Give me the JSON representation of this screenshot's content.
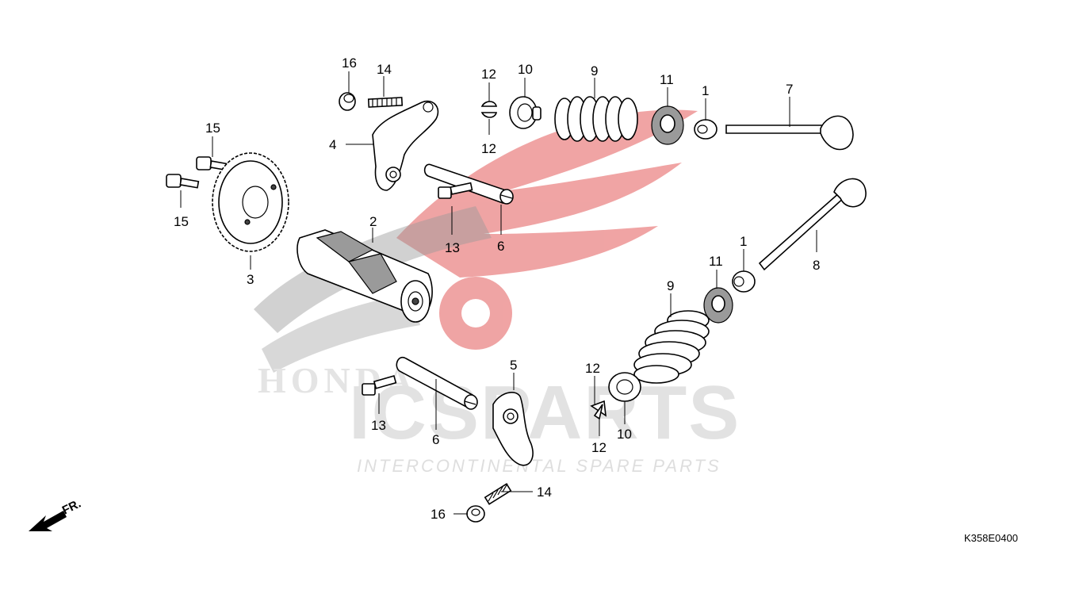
{
  "watermark": {
    "brand_big": "ICSPARTS",
    "tagline": "INTERCONTINENTAL SPARE PARTS",
    "logo_letters": "HONDA",
    "colors": {
      "red": "#e35a5a",
      "grey": "#d9d9d9",
      "dots": "#8a8a8a"
    }
  },
  "callouts": {
    "c16_top": "16",
    "c14_top": "14",
    "c15_top": "15",
    "c15_bot": "15",
    "c4": "4",
    "c2": "2",
    "c3": "3",
    "c13_top": "13",
    "c6_top": "6",
    "c12_top_a": "12",
    "c12_top_b": "12",
    "c10_top": "10",
    "c9_top": "9",
    "c11_top": "11",
    "c1_top": "1",
    "c7": "7",
    "c8": "8",
    "c1_mid": "1",
    "c11_mid": "11",
    "c9_mid": "9",
    "c5": "5",
    "c12_bot_a": "12",
    "c12_bot_b": "12",
    "c10_bot": "10",
    "c13_bot": "13",
    "c6_bot": "6",
    "c14_bot": "14",
    "c16_bot": "16"
  },
  "front_marker": "FR.",
  "diagram_code": "K358E0400"
}
